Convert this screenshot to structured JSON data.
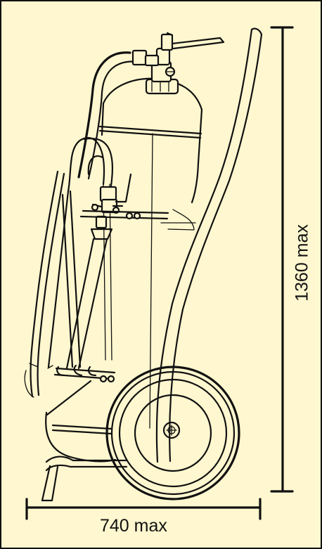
{
  "diagram": {
    "width_label": "740 max",
    "height_label": "1360 max",
    "colors": {
      "background": "#fff7cf",
      "line": "#111111",
      "frame": "#111111"
    },
    "subject": "wheeled-fire-extinguisher"
  }
}
